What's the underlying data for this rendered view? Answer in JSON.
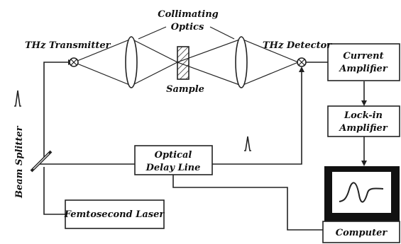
{
  "labels": {
    "collimating_line1": "Collimating",
    "collimating_line2": "Optics",
    "thz_transmitter": "THz Transmitter",
    "thz_detector": "THz Detector",
    "sample": "Sample",
    "current_amp_line1": "Current",
    "current_amp_line2": "Amplifier",
    "lockin_line1": "Lock-in",
    "lockin_line2": "Amplifier",
    "optical_delay_line1": "Optical",
    "optical_delay_line2": "Delay Line",
    "beam_splitter": "Beam Splitter",
    "femtosecond_laser": "Femtosecond Laser",
    "computer": "Computer"
  },
  "colors": {
    "stroke": "#222222",
    "monitor_bezel": "#111111",
    "monitor_screen": "#ffffff",
    "sample_fill": "#ffffff"
  }
}
